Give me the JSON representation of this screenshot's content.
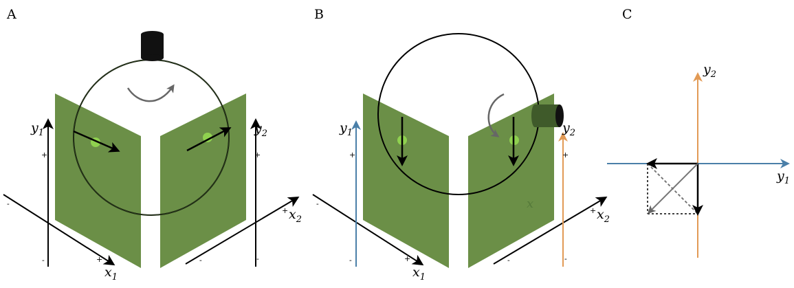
{
  "colors": {
    "panel_green": "#6b8f47",
    "dot_green": "#8fd14f",
    "axis_black": "#000000",
    "axis_blue": "#4a7fa8",
    "axis_orange": "#e29a55",
    "arc_gray": "#666666",
    "camera_black": "#111111"
  },
  "panels": {
    "a": {
      "label": "A"
    },
    "b": {
      "label": "B"
    },
    "c": {
      "label": "C"
    }
  },
  "labels": {
    "y1_letter": "y",
    "y1_sub": "1",
    "y2_letter": "y",
    "y2_sub": "2",
    "x1_letter": "x",
    "x1_sub": "1",
    "x2_letter": "x",
    "x2_sub": "2",
    "plus": "+",
    "minus": "-",
    "x_mark": "x"
  },
  "icons": {
    "camera": "camera-icon",
    "rotation_arrow": "curved-arrow-icon"
  }
}
